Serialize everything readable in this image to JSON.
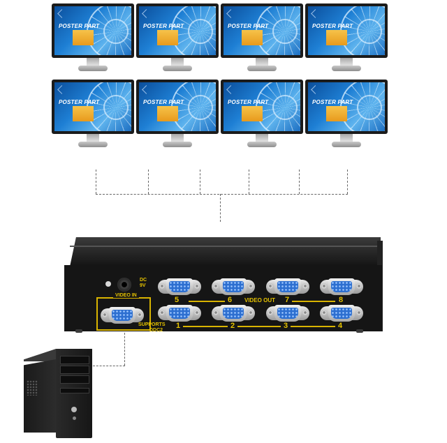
{
  "monitor": {
    "poster_title": "POSTER PART",
    "poster_subtitle": "",
    "count": 8
  },
  "splitter": {
    "video_in_label": "VIDEO IN",
    "video_out_label": "VIDEO OUT",
    "supports_label": "SUPPORTS",
    "ddc_label": "DDC2",
    "dc_label": "DC 9V",
    "output_numbers_top": [
      "5",
      "6",
      "7",
      "8"
    ],
    "output_numbers_bottom": [
      "1",
      "2",
      "3",
      "4"
    ]
  },
  "colors": {
    "label_yellow": "#e5c200",
    "vga_blue": "#2d6fd0",
    "case_black": "#151515"
  }
}
